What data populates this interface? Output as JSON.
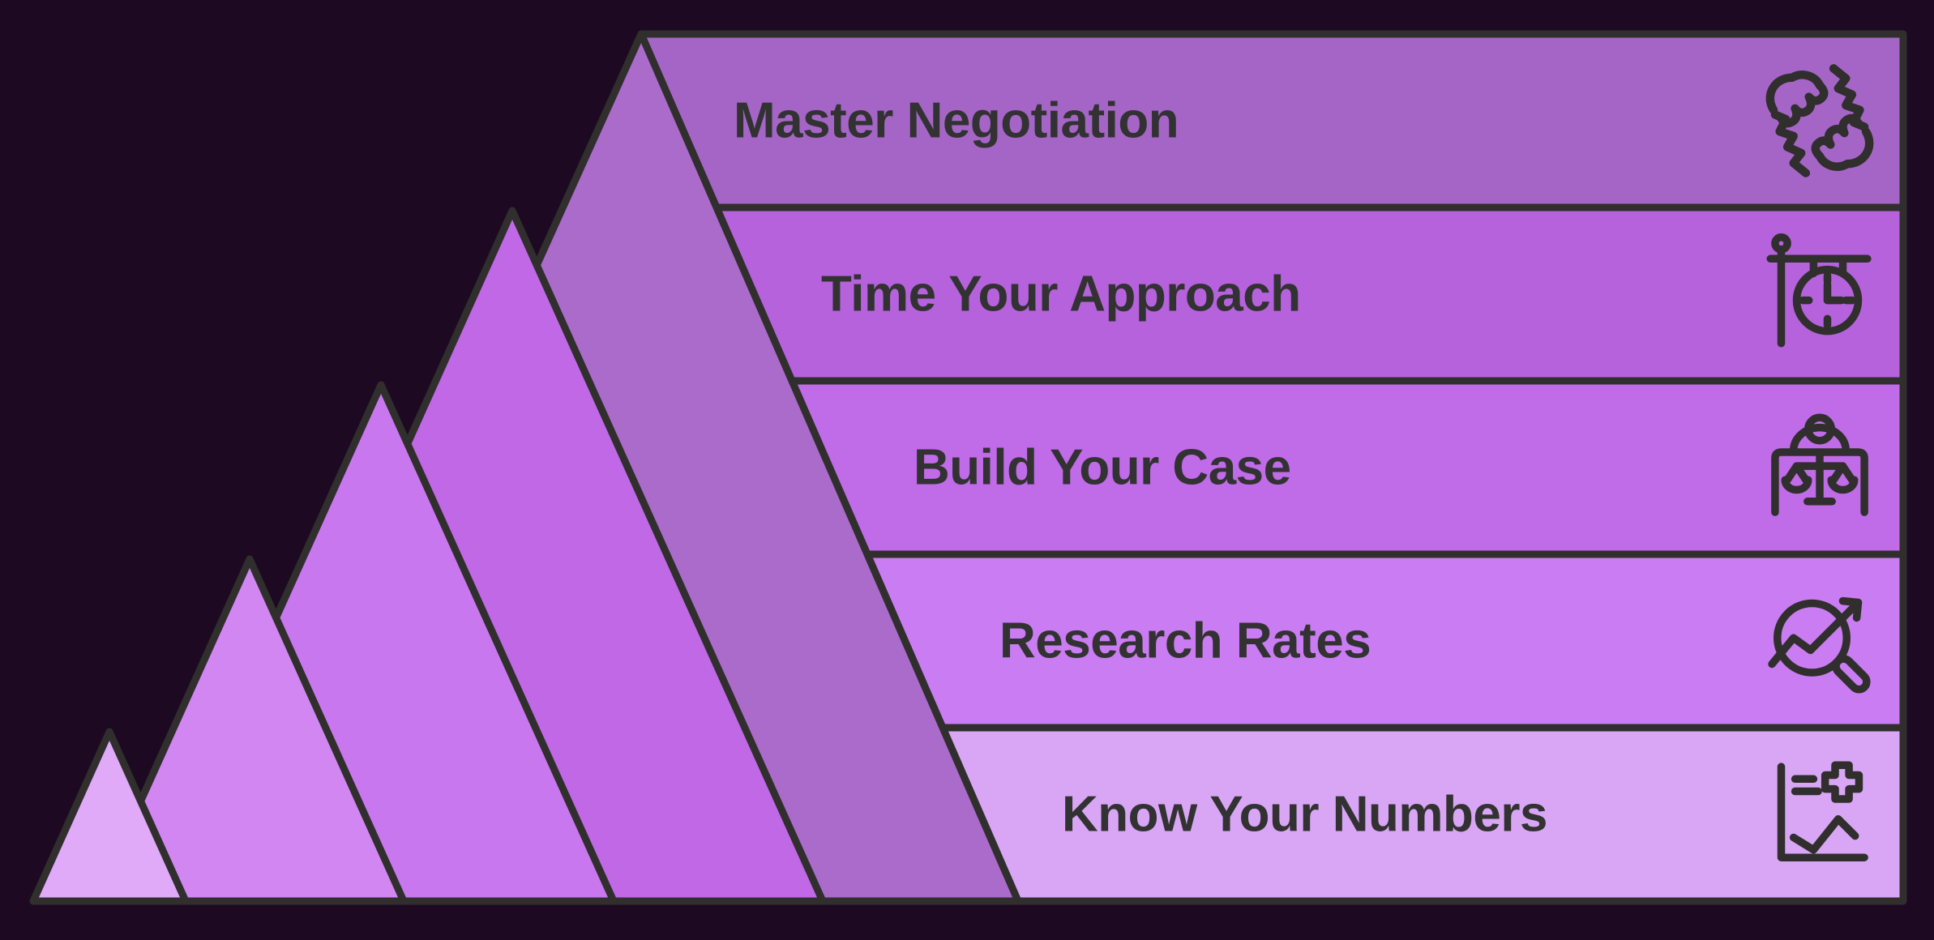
{
  "theme": {
    "background": "#1d0a22",
    "outline": "#302f2d",
    "text": "#333233"
  },
  "levels": [
    {
      "rank": 1,
      "label": "Master Negotiation",
      "bar_color": "#a565c7",
      "peak_color": "#aa6bca",
      "icon": "handshake-gears-icon"
    },
    {
      "rank": 2,
      "label": "Time Your Approach",
      "bar_color": "#b562dc",
      "peak_color": "#c068e6",
      "icon": "hanging-clock-icon"
    },
    {
      "rank": 3,
      "label": "Build Your Case",
      "bar_color": "#c06be8",
      "peak_color": "#c977ee",
      "icon": "person-scales-icon"
    },
    {
      "rank": 4,
      "label": "Research Rates",
      "bar_color": "#ca7cf2",
      "peak_color": "#d286f2",
      "icon": "magnifier-growth-icon"
    },
    {
      "rank": 5,
      "label": "Know Your Numbers",
      "bar_color": "#d9a6f5",
      "peak_color": "#e0aaf8",
      "icon": "chart-plus-icon"
    }
  ]
}
